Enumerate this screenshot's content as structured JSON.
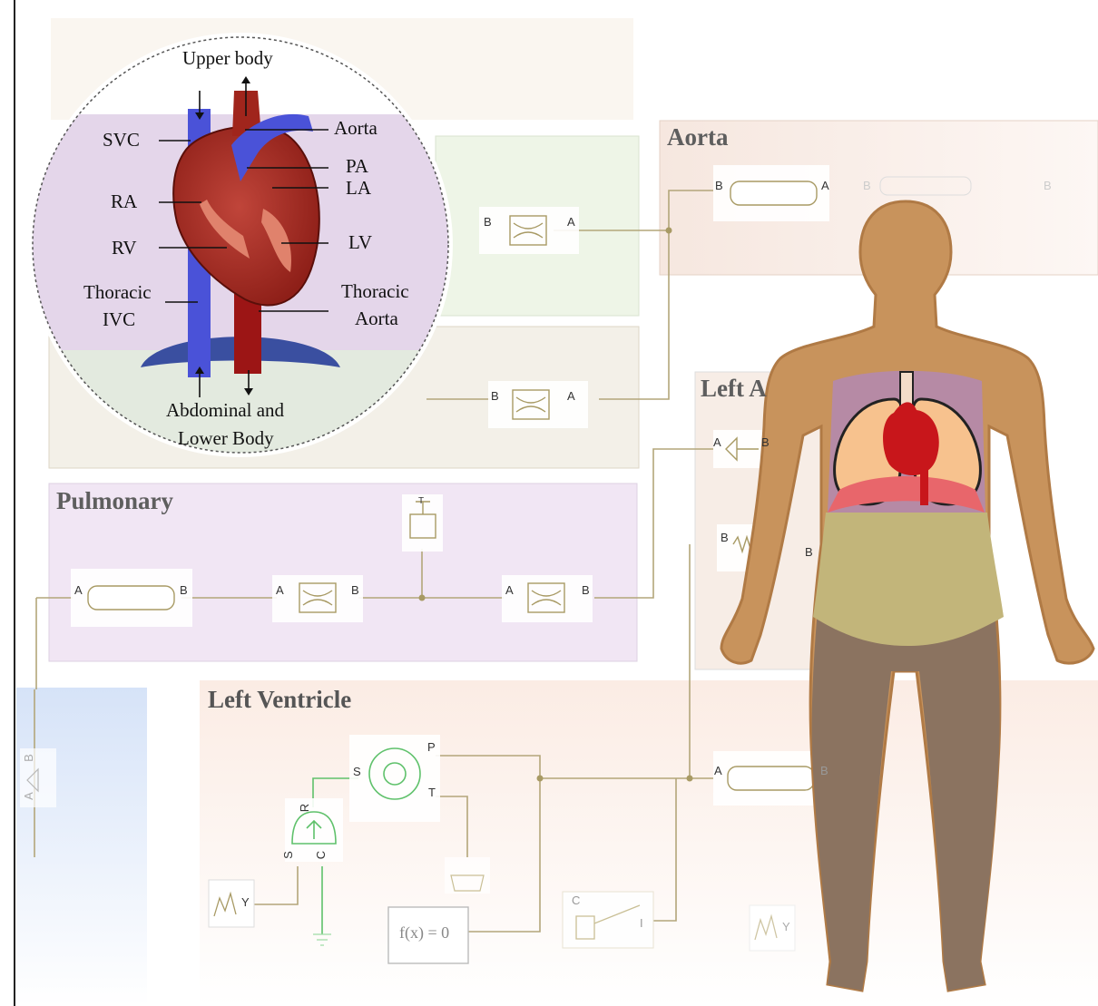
{
  "panels": {
    "aorta": {
      "title": "Aorta"
    },
    "left_atrium": {
      "title": "Left A"
    },
    "pulmonary": {
      "title": "Pulmonary"
    },
    "left_ventricle": {
      "title": "Left Ventricle"
    }
  },
  "port_labels": {
    "a": "A",
    "b": "B",
    "s": "S",
    "p": "P",
    "t": "T",
    "r": "R",
    "c": "C",
    "y": "Y",
    "i": "I"
  },
  "function_block": {
    "label": "f(x) = 0"
  },
  "heart_inset": {
    "top_label": "Upper body",
    "bottom_label_line1": "Abdominal and",
    "bottom_label_line2": "Lower Body",
    "labels_left": [
      "SVC",
      "RA",
      "RV",
      "Thoracic",
      "IVC"
    ],
    "labels_right": [
      "Aorta",
      "PA",
      "LA",
      "LV",
      "Thoracic",
      "Aorta"
    ]
  },
  "colors": {
    "aorta_panel": "#f6e9e3",
    "pulmonary_panel": "#efe4f4",
    "green_panel": "#eaf3e3",
    "beige_panel": "#f2efe6",
    "lv_panel": "#fbeee6",
    "blue_panel": "#dbe6f7",
    "wire": "#b3a67a",
    "green_wire": "#5fc16b",
    "skin": "#c8935c",
    "skin_dark": "#b07a45",
    "legs": "#8b7360",
    "abdomen": "#c2b57a",
    "chest": "#b68aa5",
    "lung": "#f7c28e",
    "heart": "#c8161b",
    "vessel_blue": "#4a52d8",
    "vessel_red": "#9c1515",
    "diaphragm": "#3a4fa0"
  }
}
